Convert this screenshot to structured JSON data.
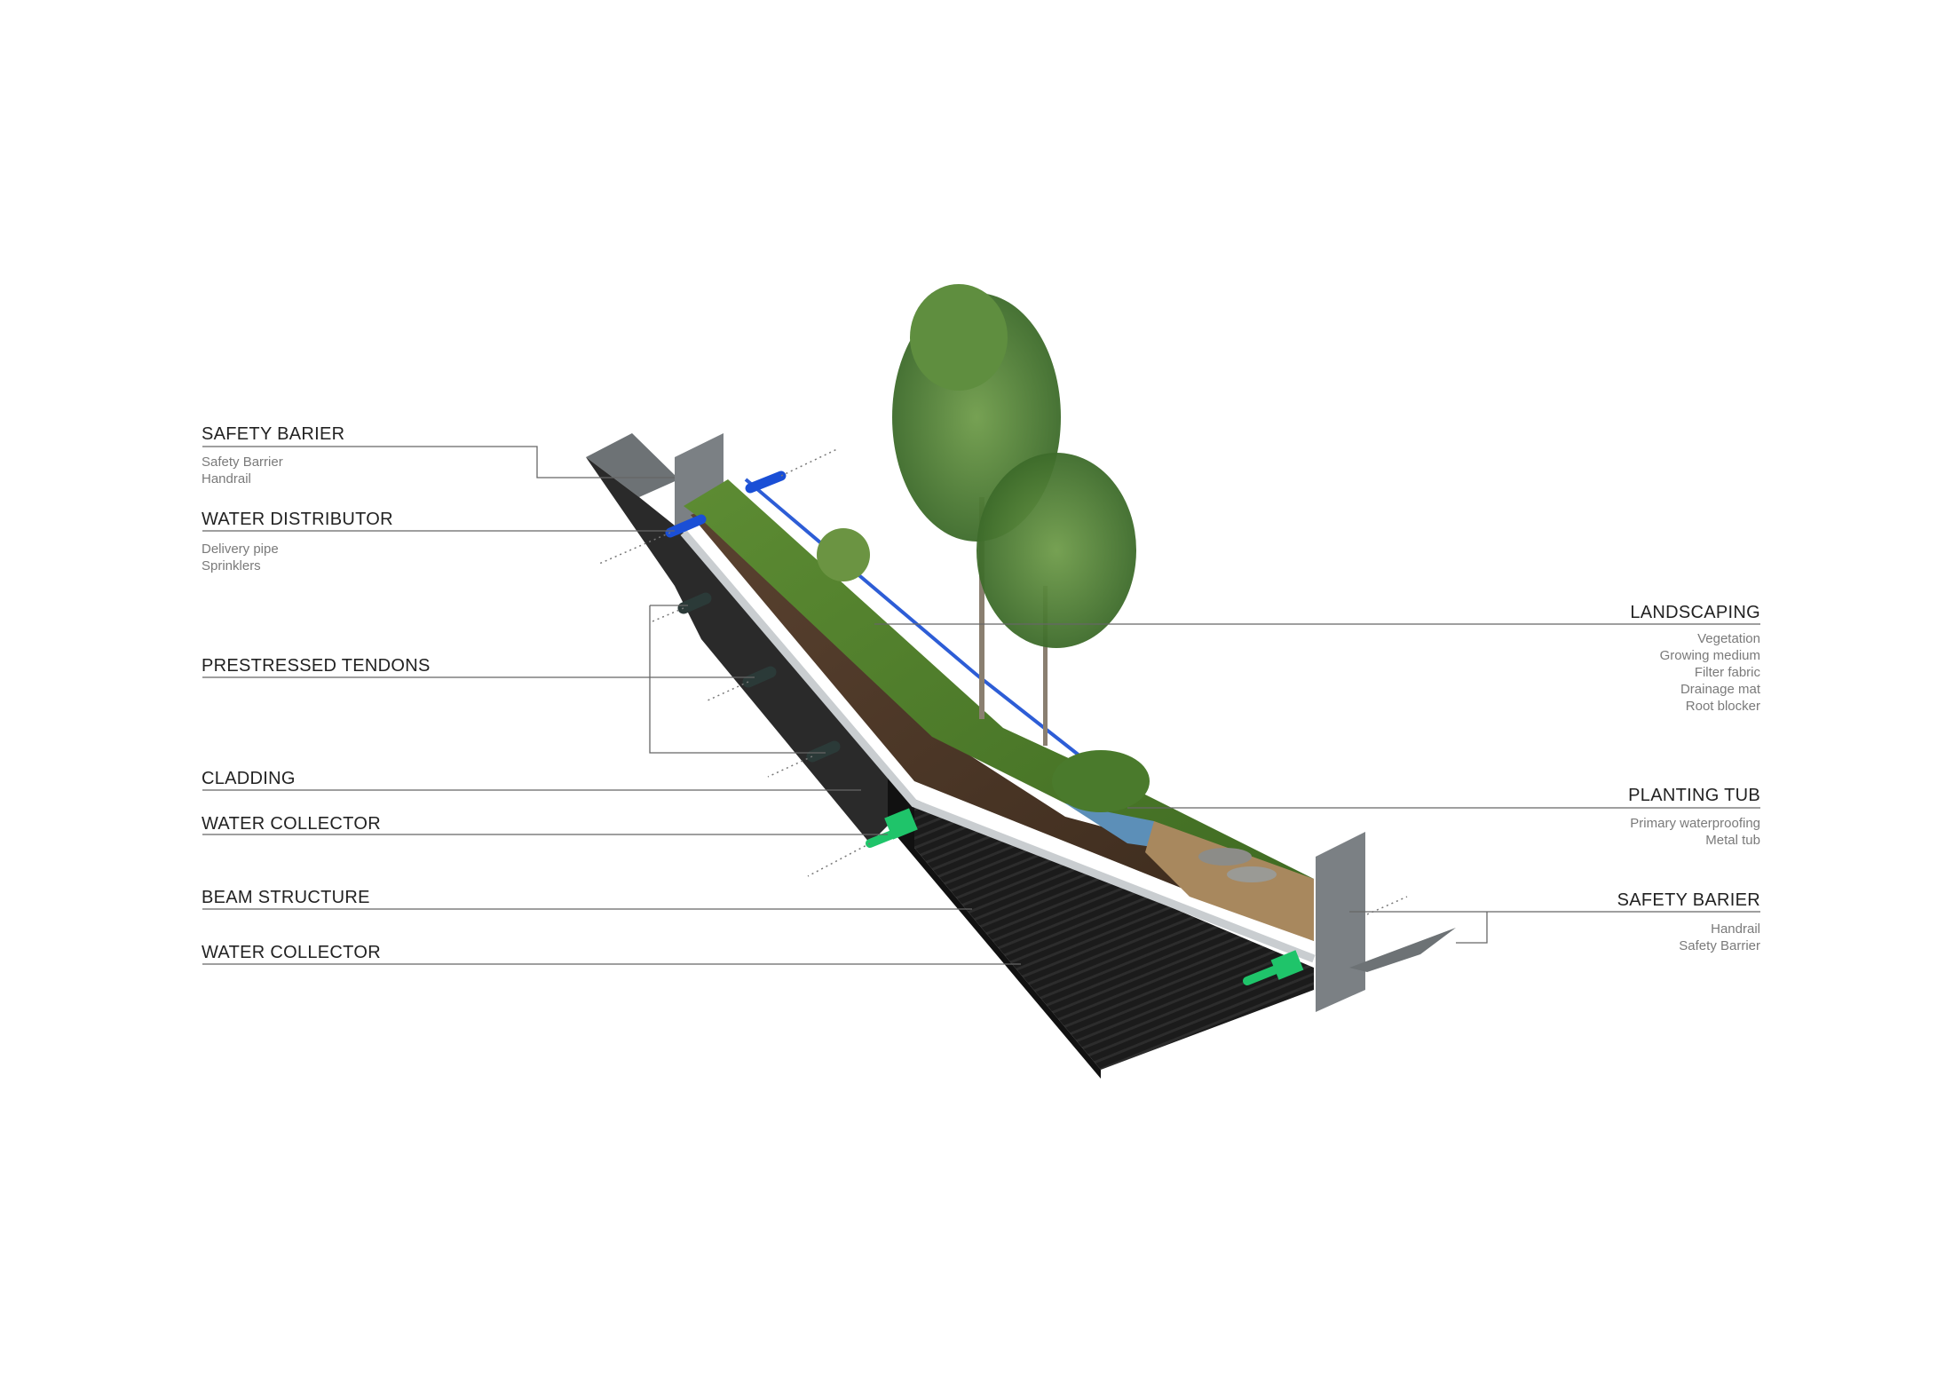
{
  "left_labels": [
    {
      "id": "safety-barier-left",
      "title": "SAFETY BARIER",
      "subs": [
        "Safety Barrier",
        "Handrail"
      ]
    },
    {
      "id": "water-distributor",
      "title": "WATER DISTRIBUTOR",
      "subs": [
        "Delivery pipe",
        "Sprinklers"
      ]
    },
    {
      "id": "prestressed-tendons",
      "title": "PRESTRESSED TENDONS",
      "subs": []
    },
    {
      "id": "cladding",
      "title": "CLADDING",
      "subs": []
    },
    {
      "id": "water-collector-1",
      "title": "WATER COLLECTOR",
      "subs": []
    },
    {
      "id": "beam-structure",
      "title": "BEAM STRUCTURE",
      "subs": []
    },
    {
      "id": "water-collector-2",
      "title": "WATER COLLECTOR",
      "subs": []
    }
  ],
  "right_labels": [
    {
      "id": "landscaping",
      "title": "LANDSCAPING",
      "subs": [
        "Vegetation",
        "Growing medium",
        "Filter fabric",
        "Drainage mat",
        "Root blocker"
      ]
    },
    {
      "id": "planting-tub",
      "title": "PLANTING TUB",
      "subs": [
        "Primary waterproofing",
        "Metal tub"
      ]
    },
    {
      "id": "safety-barier-right",
      "title": "SAFETY BARIER",
      "subs": [
        "Handrail",
        "Safety Barrier"
      ]
    }
  ],
  "colors": {
    "leader_line": "#666666",
    "beam_dark": "#1c1c1c",
    "soil": "#4a3524",
    "grass": "#4f7a2a",
    "pipe_blue": "#1a4fd6",
    "pipe_green": "#1fc46a",
    "steel": "#9a9ea1"
  }
}
